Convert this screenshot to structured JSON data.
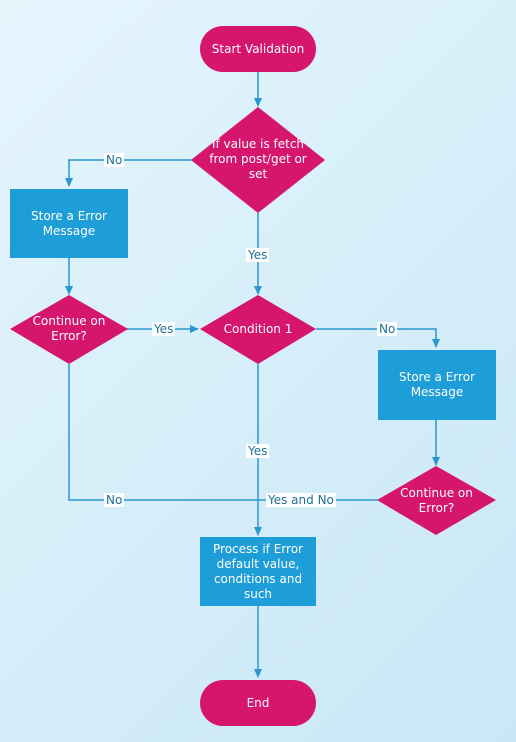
{
  "colors": {
    "terminator": "#d6156d",
    "decision": "#d6156d",
    "process": "#1e9ed9",
    "connector": "#2a98cf"
  },
  "nodes": {
    "start": "Start Validation",
    "fetch_check": "If value is fetch\nfrom post/get or\nset",
    "store_error_left": "Store a Error\nMessage",
    "continue_left": "Continue on\nError?",
    "condition1": "Condition 1",
    "store_error_right": "Store a Error\nMessage",
    "continue_right": "Continue on\nError?",
    "process_default": "Process if Error\ndefault value,\nconditions and\nsuch",
    "end": "End"
  },
  "edge_labels": {
    "fetch_no": "No",
    "fetch_yes": "Yes",
    "continue_left_yes": "Yes",
    "condition1_no": "No",
    "condition1_yes": "Yes",
    "continue_left_no": "No",
    "continue_right_yes_no": "Yes and No"
  }
}
